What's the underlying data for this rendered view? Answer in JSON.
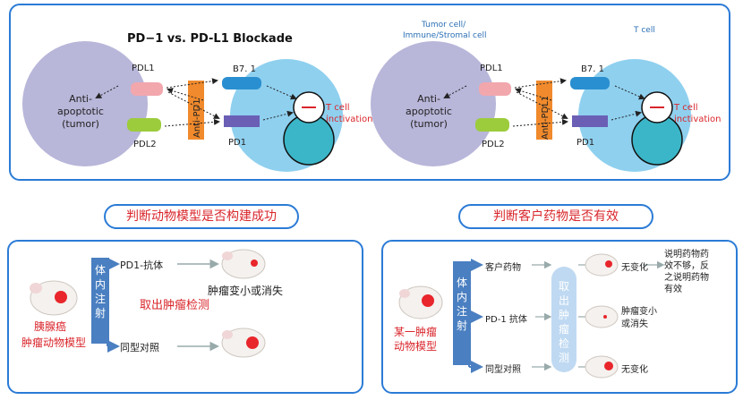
{
  "top_panel": {
    "left_diagram": {
      "title": "PD−1 vs. PD-L1 Blockade",
      "tumor_label_lines": [
        "Anti-",
        "apoptotic",
        "(tumor)"
      ],
      "pdl1": "PDL1",
      "pdl2": "PDL2",
      "b71": "B7. 1",
      "pd1": "PD1",
      "drug": "Anti-PD1",
      "tcell_lines": [
        "T cell",
        "inctivation"
      ]
    },
    "right_diagram": {
      "tumor_cell_lines": [
        "Tumor cell/",
        "Immune/Stromal cell"
      ],
      "tcell_title": "T cell",
      "tumor_label_lines": [
        "Anti-",
        "apoptotic",
        "(tumor)"
      ],
      "pdl1": "PDL1",
      "pdl2": "PDL2",
      "b71": "B7. 1",
      "pd1": "PD1",
      "drug": "Anti-PDL1",
      "tcell_lines": [
        "T cell",
        "inctivation"
      ]
    }
  },
  "left_section": {
    "pill": "判断动物模型是否构建成功",
    "model_lines": [
      "胰腺癌",
      "肿瘤动物模型"
    ],
    "bar_chars": [
      "体",
      "内",
      "注",
      "射"
    ],
    "branch_top": "PD1-抗体",
    "branch_bottom": "同型对照",
    "middle_text": "取出肿瘤检测",
    "result_top": "肿瘤变小或消失"
  },
  "right_section": {
    "pill": "判断客户药物是否有效",
    "model_lines": [
      "某一肿瘤",
      "动物模型"
    ],
    "bar_chars": [
      "体",
      "内",
      "注",
      "射"
    ],
    "branches": [
      "客户药物",
      "PD-1 抗体",
      "同型对照"
    ],
    "detect_chars": [
      "取",
      "出",
      "肿",
      "瘤",
      "检",
      "测"
    ],
    "results": [
      "无变化",
      "肿瘤变小\n或消失",
      "无变化"
    ],
    "conclusion_lines": [
      "说明药物药",
      "效不够，反",
      "之说明药物",
      "有效"
    ]
  },
  "colors": {
    "border": "#2b7bd6",
    "accent_red": "#d9262b",
    "tumor_cell": "#b8b6d9",
    "t_cell": "#8fd0ef",
    "pdl1": "#f2a7ad",
    "pdl2": "#9ccc3c",
    "b71": "#2a8fd0",
    "pd1": "#6a5fb5",
    "drug": "#f08a2c"
  }
}
